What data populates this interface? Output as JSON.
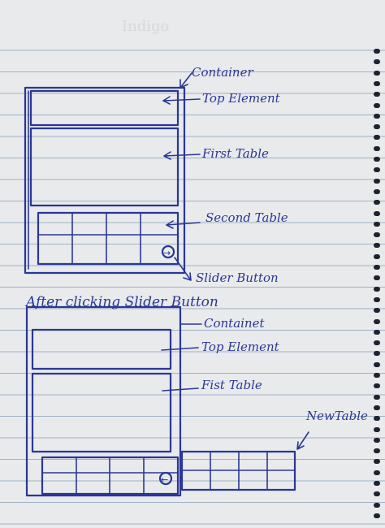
{
  "sketch": {
    "labels": {
      "container": "Container",
      "top_element": "Top Element",
      "first_table": "First Table",
      "second_table": "Second Table",
      "slider_button": "Slider Button",
      "caption": "After clicking Slider Button",
      "container_after": "Containet",
      "top_element_after": "Top Element",
      "first_table_after": "Fist Table",
      "new_table": "NewTable"
    },
    "slider_glyph": "→",
    "slider_glyph_after": "←"
  },
  "colors": {
    "ink": "#2a3796",
    "paper": "#e9eaec",
    "rule": "#9fb3c4"
  }
}
